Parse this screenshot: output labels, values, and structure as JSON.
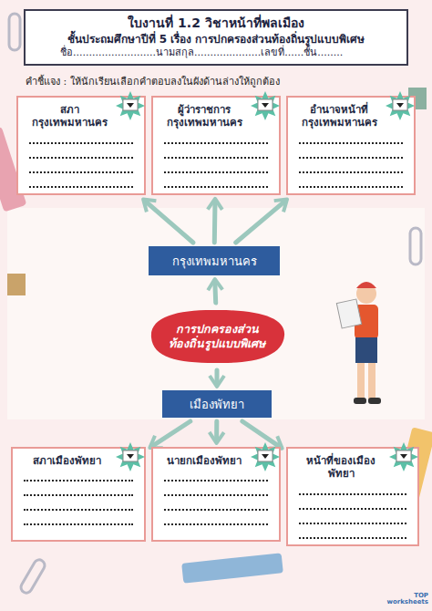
{
  "diagram": {
    "nodes": [
      {
        "text": [
          "ใบงานที่ 1.2 วิชาหน้าที่พลเมือง",
          "ชั้นประถมศึกษาปีที่ 5 เรื่อง การปกครองส่วนท้องถิ่นรูปแบบพิเศษ",
          "ชื่อ..........................นามสกุล.....................เลขที่......ชั้น........"
        ]
      },
      {
        "text": [
          "สภากรุงเทพมหานคร"
        ]
      },
      {
        "text": [
          "ผู้ว่าราชการ กรุงเทพมหานคร"
        ]
      },
      {
        "text": [
          "อำนาจหน้าที่ กรุงเทพมหานคร"
        ]
      },
      {
        "text": [
          "กรุงเทพมหานคร"
        ]
      },
      {
        "text": [
          "การปกครองส่วน ท้องถิ่นรูปแบบพิเศษ"
        ]
      },
      {
        "text": [
          "เมืองพัทยา"
        ]
      },
      {
        "text": [
          "สภาเมืองพัทยา"
        ]
      },
      {
        "text": [
          "นายกเมืองพัทยา"
        ]
      },
      {
        "text": [
          "หน้าที่ของเมืองพัทยา"
        ]
      }
    ],
    "edges": [
      {
        "from": 5,
        "to": 4,
        "arrow": "to"
      },
      {
        "from": 4,
        "to": 1,
        "arrow": "to"
      },
      {
        "from": 4,
        "to": 2,
        "arrow": "to"
      },
      {
        "from": 4,
        "to": 3,
        "arrow": "to"
      },
      {
        "from": 5,
        "to": 6,
        "arrow": "to"
      },
      {
        "from": 6,
        "to": 7,
        "arrow": "to"
      },
      {
        "from": 6,
        "to": 8,
        "arrow": "to"
      },
      {
        "from": 6,
        "to": 9,
        "arrow": "to"
      }
    ],
    "labels": [
      "คำชี้แจง : ให้นักเรียนเลือกคำตอบลงในผังด้านล่างให้ถูกต้อง",
      "TOP worksheets"
    ]
  }
}
